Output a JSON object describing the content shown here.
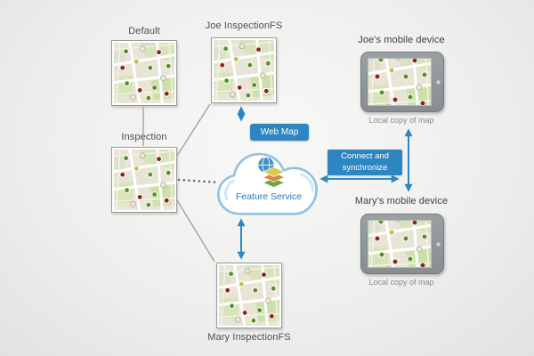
{
  "diagram": {
    "nodes": {
      "default": {
        "label": "Default"
      },
      "joe_fs": {
        "label": "Joe InspectionFS"
      },
      "inspection": {
        "label": "Inspection"
      },
      "mary_fs": {
        "label": "Mary InspectionFS"
      }
    },
    "cloud": {
      "badge": "Web Map",
      "service": "Feature Service"
    },
    "sync": {
      "label": "Connect and synchronize"
    },
    "devices": {
      "joe": {
        "label": "Joe's mobile device",
        "caption": "Local copy of map"
      },
      "mary": {
        "label": "Mary's mobile device",
        "caption": "Local copy of map"
      }
    },
    "colors": {
      "accent": "#2e86c1",
      "line": "#a6a6a6",
      "dotted": "#44607a"
    }
  }
}
